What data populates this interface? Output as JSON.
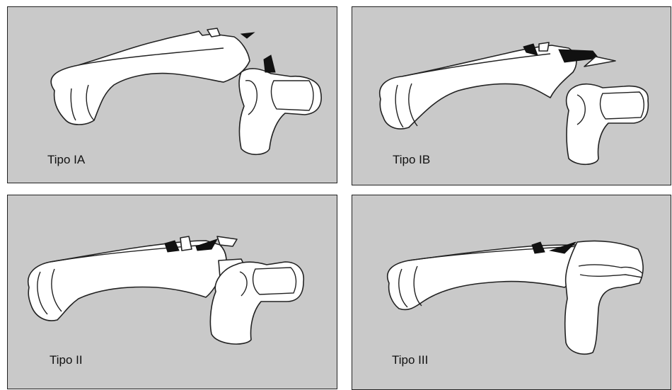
{
  "panels": [
    {
      "label": "Tipo IA"
    },
    {
      "label": "Tipo IB"
    },
    {
      "label": "Tipo II"
    },
    {
      "label": "Tipo III"
    }
  ]
}
